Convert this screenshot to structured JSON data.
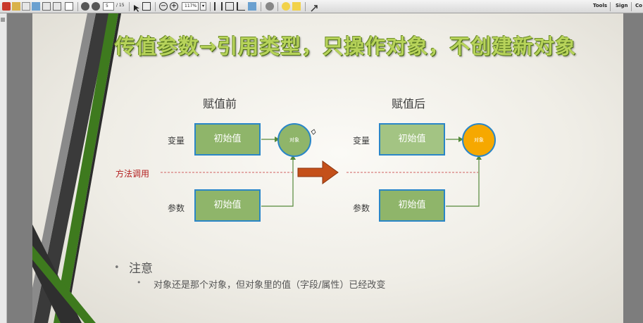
{
  "toolbar": {
    "page_current": "5",
    "page_total": "/ 15",
    "zoom": "117%",
    "tools_label": "Tools",
    "sign_label": "Sign",
    "comment_label": "Co"
  },
  "slide": {
    "title": "传值参数→引用类型，只操作对象，不创建新对象",
    "before": {
      "heading": "赋值前",
      "var_label": "变量",
      "param_label": "参数",
      "var_box": "初始值",
      "param_box": "初始值",
      "object_label": "对象",
      "object_color": "#8fb56a"
    },
    "after": {
      "heading": "赋值后",
      "var_label": "变量",
      "param_label": "参数",
      "var_box": "初始值",
      "param_box": "初始值",
      "object_label": "对象",
      "object_color": "#f6a800"
    },
    "method_call_label": "方法调用",
    "bullets": {
      "main": "注意",
      "sub": "对象还是那个对象，但对象里的值（字段/属性）已经改变"
    }
  }
}
